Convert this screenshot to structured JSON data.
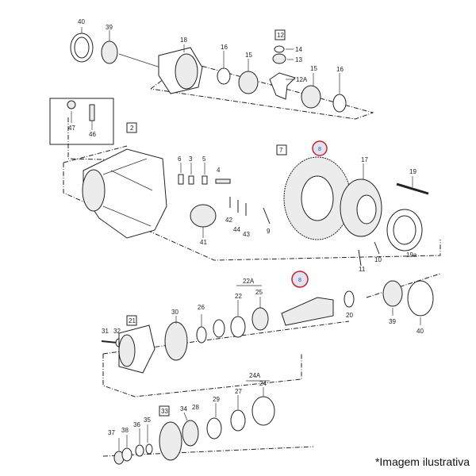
{
  "labels": {
    "n40_top": "40",
    "n39_top": "39",
    "n18": "18",
    "n16_a": "16",
    "n15_a": "15",
    "n12": "12",
    "n14": "14",
    "n13": "13",
    "n15_b": "15",
    "n12A": "12A",
    "n16_b": "16",
    "n47": "47",
    "n46": "46",
    "n2": "2",
    "n6": "6",
    "n3": "3",
    "n5": "5",
    "n4": "4",
    "n7": "7",
    "n8_top": "8",
    "n17": "17",
    "n19": "19",
    "n42": "42",
    "n44": "44",
    "n43": "43",
    "n9": "9",
    "n41": "41",
    "n10": "10",
    "n11": "11",
    "n19a": "19a",
    "n8_mid": "8",
    "n22A": "22A",
    "n30": "30",
    "n26": "26",
    "n22": "22",
    "n25": "25",
    "n20": "20",
    "n39_bot": "39",
    "n40_bot": "40",
    "n31": "31",
    "n32": "32",
    "n21": "21",
    "n24A": "24A",
    "n29": "29",
    "n27": "27",
    "n24": "24",
    "n37": "37",
    "n38": "38",
    "n36": "36",
    "n35": "35",
    "n33": "33",
    "n34": "34",
    "n28": "28"
  },
  "caption": "*Imagem ilustrativa",
  "colors": {
    "highlight_ring": "#c8202a",
    "highlight_fill": "#dfe3f0",
    "ink": "#222222"
  }
}
